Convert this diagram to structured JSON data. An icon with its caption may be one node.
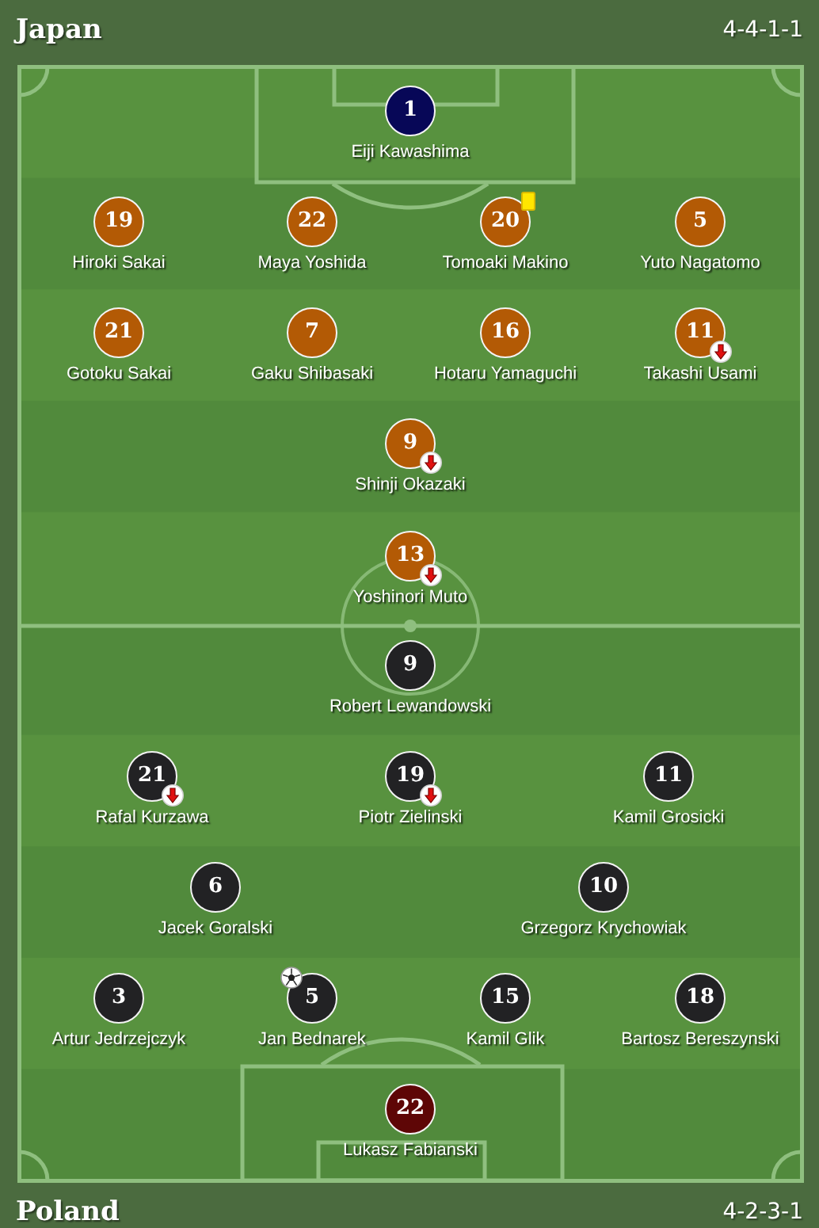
{
  "diagram": {
    "nodes": [
      {
        "text": [
          "1"
        ],
        "beside": [
          "Eiji Kawashima"
        ]
      },
      {
        "text": [
          "19"
        ],
        "beside": [
          "Hiroki Sakai"
        ]
      },
      {
        "text": [
          "22"
        ],
        "beside": [
          "Maya Yoshida"
        ]
      },
      {
        "text": [
          "20"
        ],
        "beside": [
          "Tomoaki Makino"
        ]
      },
      {
        "text": [
          "5"
        ],
        "beside": [
          "Yuto Nagatomo"
        ]
      },
      {
        "text": [
          "21"
        ],
        "beside": [
          "Gotoku Sakai"
        ]
      },
      {
        "text": [
          "7"
        ],
        "beside": [
          "Gaku Shibasaki"
        ]
      },
      {
        "text": [
          "16"
        ],
        "beside": [
          "Hotaru Yamaguchi"
        ]
      },
      {
        "text": [
          "11"
        ],
        "beside": [
          "Takashi Usami"
        ]
      },
      {
        "text": [
          "9"
        ],
        "beside": [
          "Shinji Okazaki"
        ]
      },
      {
        "text": [
          "13"
        ],
        "beside": [
          "Yoshinori Muto"
        ]
      },
      {
        "text": [
          "9"
        ],
        "beside": [
          "Robert Lewandowski"
        ]
      },
      {
        "text": [
          "21"
        ],
        "beside": [
          "Rafal Kurzawa"
        ]
      },
      {
        "text": [
          "19"
        ],
        "beside": [
          "Piotr Zielinski"
        ]
      },
      {
        "text": [
          "11"
        ],
        "beside": [
          "Kamil Grosicki"
        ]
      },
      {
        "text": [
          "6"
        ],
        "beside": [
          "Jacek Goralski"
        ]
      },
      {
        "text": [
          "10"
        ],
        "beside": [
          "Grzegorz Krychowiak"
        ]
      },
      {
        "text": [
          "3"
        ],
        "beside": [
          "Artur Jedrzejczyk"
        ]
      },
      {
        "text": [
          "5"
        ],
        "beside": [
          "Jan Bednarek"
        ]
      },
      {
        "text": [
          "15"
        ],
        "beside": [
          "Kamil Glik"
        ]
      },
      {
        "text": [
          "18"
        ],
        "beside": [
          "Bartosz Bereszynski"
        ]
      },
      {
        "text": [
          "22"
        ],
        "beside": [
          "Lukasz Fabianski"
        ]
      }
    ],
    "labels": [
      "Japan",
      "4-4-1-1",
      "Poland",
      "4-2-3-1"
    ]
  }
}
